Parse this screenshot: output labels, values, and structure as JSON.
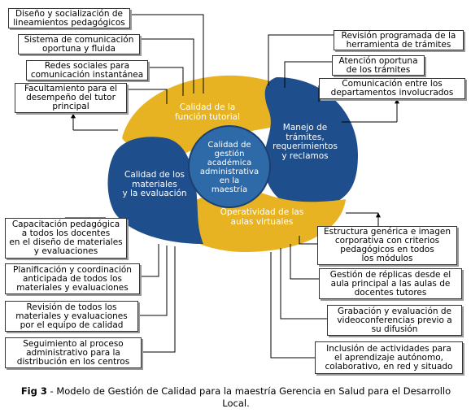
{
  "figure": {
    "center_label": "Calidad de\ngestión\nacadémica\nadministrativa\nen la\nmaestría",
    "petals": {
      "top": "Calidad de la\nfunción tutorial",
      "right": "Manejo de\ntrámites,\nrequerimientos\ny reclamos",
      "bottom": "Operatividad de las\naulas virtuales",
      "left": "Calidad de los\nmateriales\ny la evaluación"
    },
    "boxes_top_left": [
      "Diseño y socialización de\nlineamientos pedagógicos",
      "Sistema de comunicación\noportuna y fluida",
      "Redes sociales para\ncomunicación instantánea",
      "Facultamiento para el\ndesempeño del tutor\nprincipal"
    ],
    "boxes_top_right": [
      "Revisión programada de la\nherramienta de trámites",
      "Atención oportuna\nde los trámites",
      "Comunicación entre los\ndepartamentos involucrados"
    ],
    "boxes_bottom_left": [
      "Capacitación pedagógica\na todos los docentes\nen el diseño de materiales\ny evaluaciones",
      "Planificación y coordinación\nanticipada de todos los\nmateriales y evaluaciones",
      "Revisión de todos los\nmateriales y evaluaciones\npor el equipo de calidad",
      "Seguimiento al proceso\nadministrativo para la\ndistribución en los centros"
    ],
    "boxes_bottom_right": [
      "Estructura genérica e imagen\ncorporativa con criterios\npedagógicos en todos\nlos módulos",
      "Gestión de réplicas desde el\naula principal a las aulas de\ndocentes tutores",
      "Grabación y evaluación de\nvideoconferencias previo a\nsu difusión",
      "Inclusión de actividades para\nel aprendizaje autónomo,\ncolaborativo, en red y situado"
    ],
    "colors": {
      "blue": "#1f4e8c",
      "gold": "#e8b323",
      "center": "#2e6aa8"
    }
  },
  "caption": {
    "label": "Fig 3",
    "text": " - Modelo de Gestión de Calidad para la maestría Gerencia en Salud para el Desarrollo Local."
  }
}
